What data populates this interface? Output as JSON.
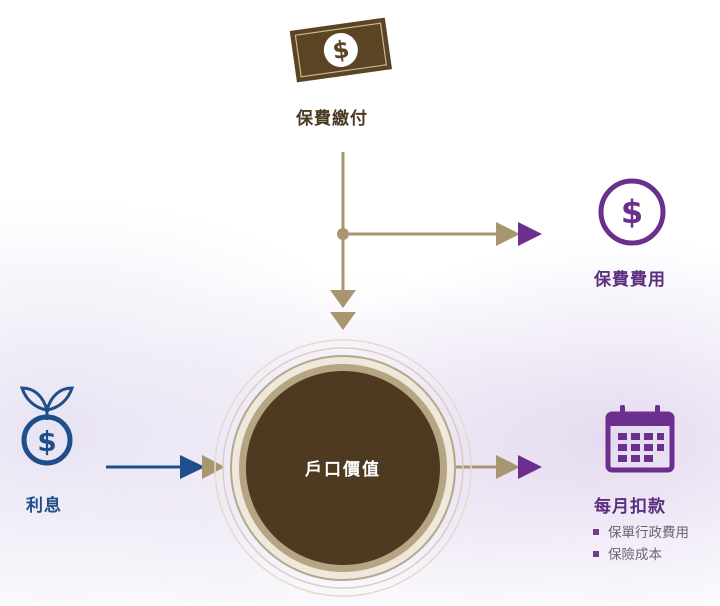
{
  "labels": {
    "premium_payment": "保費繳付",
    "premium_charge": "保費費用",
    "interest": "利息",
    "account_value": "戶口價值",
    "monthly_deduction": "每月扣款"
  },
  "monthly_deduction_items": [
    "保單行政費用",
    "保險成本"
  ],
  "icons": {
    "premium_payment": "dollar-bill-icon",
    "premium_charge": "dollar-circle-icon",
    "interest": "money-plant-icon",
    "monthly_deduction": "calendar-icon"
  },
  "colors": {
    "gold": "#a89670",
    "dark_brown": "#4e3a21",
    "purple": "#6b2f8e",
    "blue": "#1f4f8a"
  }
}
